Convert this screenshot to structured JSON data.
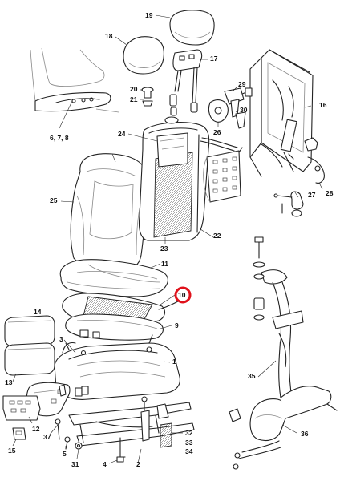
{
  "accent_color": "#e0111b",
  "callouts": [
    {
      "id": "c19",
      "label": "19"
    },
    {
      "id": "c18",
      "label": "18"
    },
    {
      "id": "c17",
      "label": "17"
    },
    {
      "id": "c20",
      "label": "20"
    },
    {
      "id": "c21",
      "label": "21"
    },
    {
      "id": "c29",
      "label": "29"
    },
    {
      "id": "c30",
      "label": "30"
    },
    {
      "id": "c16",
      "label": "16"
    },
    {
      "id": "c26",
      "label": "26"
    },
    {
      "id": "c24",
      "label": "24"
    },
    {
      "id": "c6",
      "label": "6, 7, 8"
    },
    {
      "id": "c25",
      "label": "25"
    },
    {
      "id": "c27",
      "label": "27"
    },
    {
      "id": "c28",
      "label": "28"
    },
    {
      "id": "c23",
      "label": "23"
    },
    {
      "id": "c22",
      "label": "22"
    },
    {
      "id": "c11",
      "label": "11"
    },
    {
      "id": "c10",
      "label": "10"
    },
    {
      "id": "c9",
      "label": "9"
    },
    {
      "id": "c14",
      "label": "14"
    },
    {
      "id": "c3",
      "label": "3"
    },
    {
      "id": "c1",
      "label": "1"
    },
    {
      "id": "c13",
      "label": "13"
    },
    {
      "id": "c35",
      "label": "35"
    },
    {
      "id": "c36",
      "label": "36"
    },
    {
      "id": "c12",
      "label": "12"
    },
    {
      "id": "c37",
      "label": "37"
    },
    {
      "id": "c32",
      "label": "32"
    },
    {
      "id": "c33",
      "label": "33"
    },
    {
      "id": "c34",
      "label": "34"
    },
    {
      "id": "c15",
      "label": "15"
    },
    {
      "id": "c5",
      "label": "5"
    },
    {
      "id": "c31",
      "label": "31"
    },
    {
      "id": "c4",
      "label": "4"
    },
    {
      "id": "c2",
      "label": "2"
    }
  ],
  "highlighted_callout": "10"
}
